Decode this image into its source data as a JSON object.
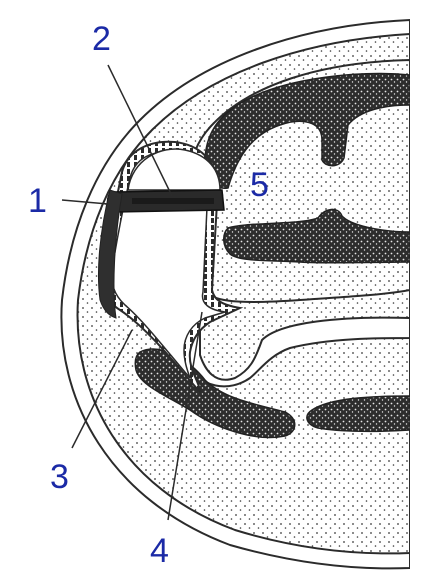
{
  "diagram": {
    "labels": [
      {
        "id": "1",
        "text": "1"
      },
      {
        "id": "2",
        "text": "2"
      },
      {
        "id": "3",
        "text": "3"
      },
      {
        "id": "4",
        "text": "4"
      },
      {
        "id": "5",
        "text": "5"
      }
    ],
    "colors": {
      "label": "#1b2aa6",
      "line": "#2b2b2b",
      "stipple_bg": "#ececec",
      "dark_mass": "#3a3a3a",
      "paper": "#ffffff"
    }
  }
}
